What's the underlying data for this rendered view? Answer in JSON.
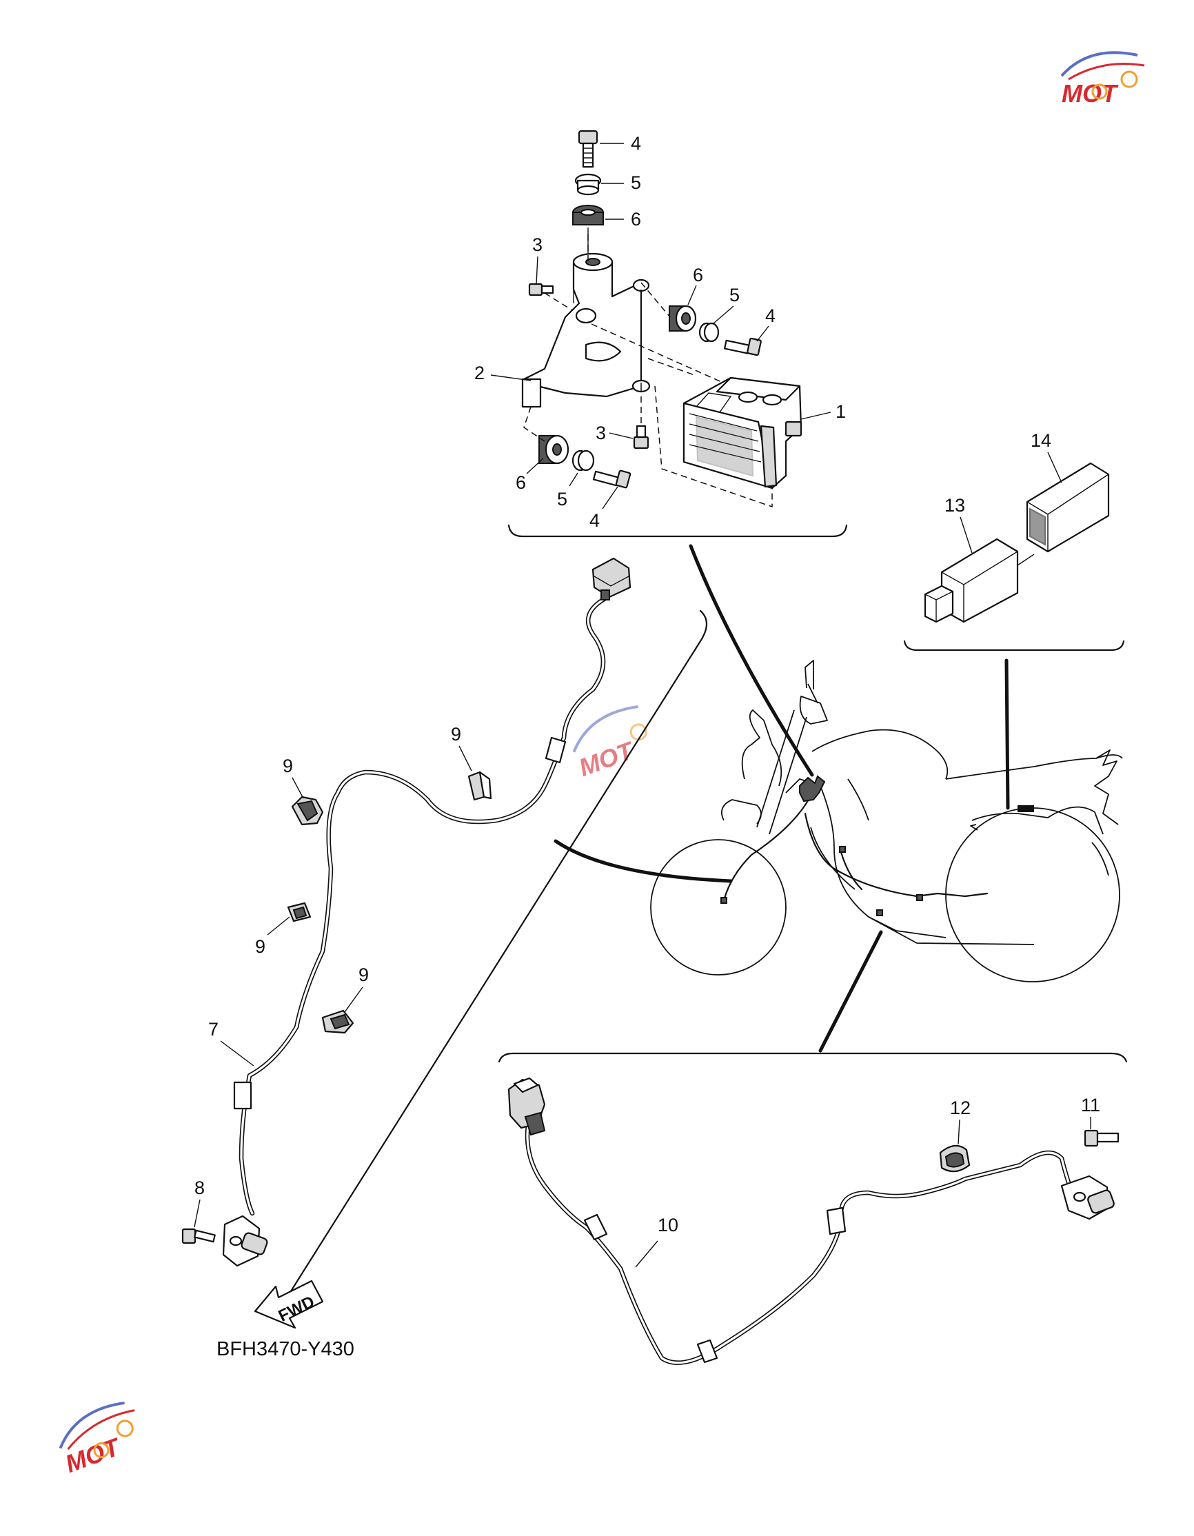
{
  "diagram": {
    "code": "BFH3470-Y430",
    "fwd_label": "FWD",
    "watermark": {
      "text": "MOT",
      "accent": "#d9282f",
      "secondary": "#5b6dc8"
    },
    "callouts": [
      "1",
      "2",
      "3",
      "3",
      "4",
      "4",
      "4",
      "5",
      "5",
      "5",
      "6",
      "6",
      "6",
      "7",
      "8",
      "9",
      "9",
      "9",
      "9",
      "10",
      "11",
      "12",
      "13",
      "14"
    ]
  },
  "colors": {
    "ink": "#111111",
    "background": "#ffffff"
  }
}
